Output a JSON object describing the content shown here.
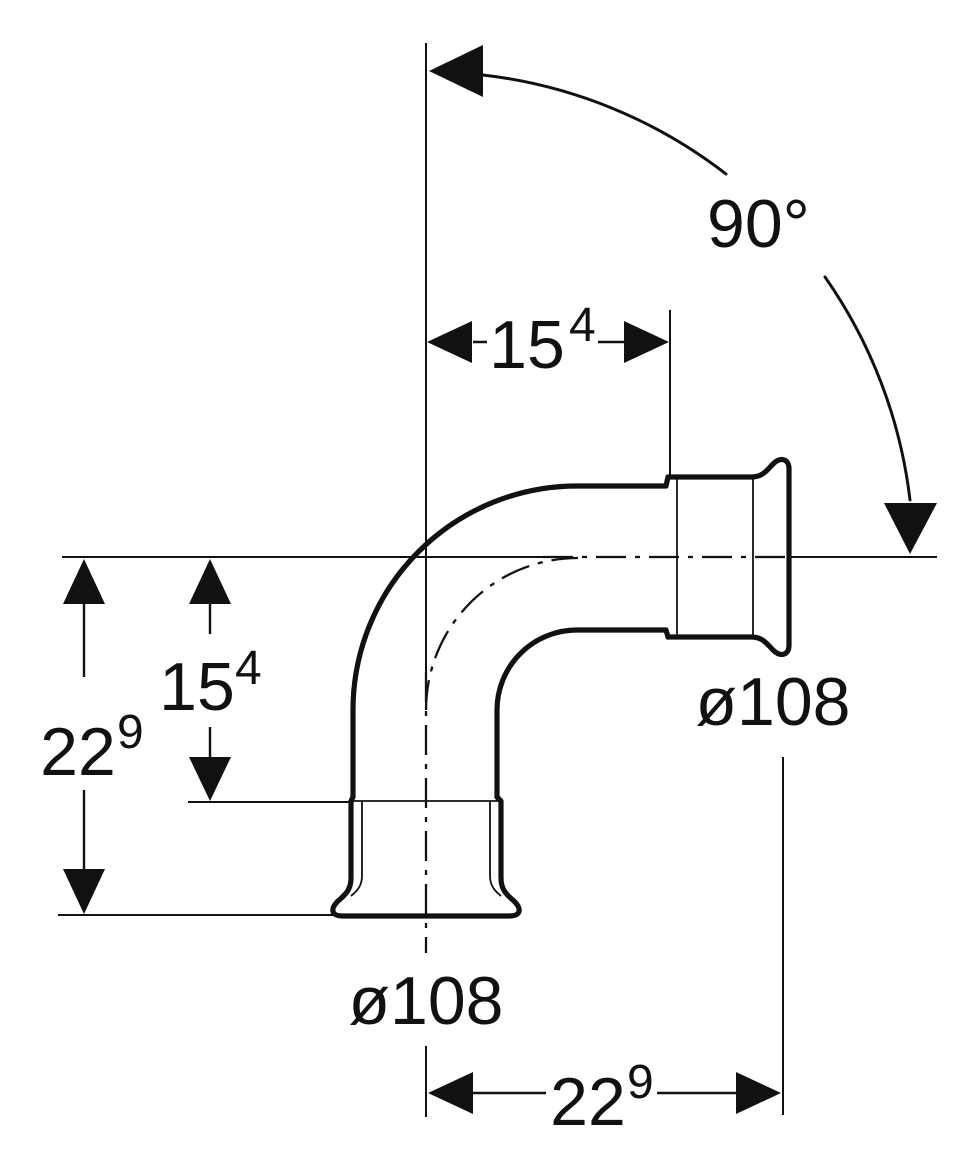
{
  "drawing": {
    "background": "#ffffff",
    "line_color": "#111111",
    "angle_label": "90°",
    "dim_top_offset": {
      "main": "15",
      "sup": "4"
    },
    "dim_left_total": {
      "main": "22",
      "sup": "9"
    },
    "dim_left_offset": {
      "main": "15",
      "sup": "4"
    },
    "dim_bottom_total": {
      "main": "22",
      "sup": "9"
    },
    "diameter_bottom": "ø108",
    "diameter_right": "ø108"
  }
}
